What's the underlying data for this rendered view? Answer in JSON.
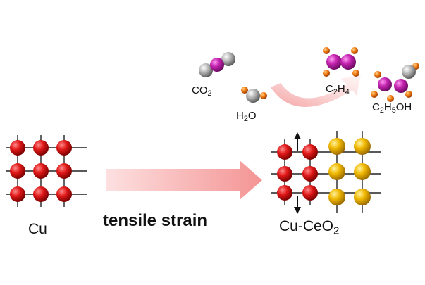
{
  "labels": {
    "co2": {
      "base": "CO",
      "sub": "2"
    },
    "h2o": {
      "pre": "H",
      "sub": "2",
      "post": "O"
    },
    "c2h4": {
      "pre": "C",
      "sub1": "2",
      "mid": "H",
      "sub2": "4"
    },
    "c2h5oh": {
      "pre": "C",
      "sub1": "2",
      "mid": "H",
      "sub2": "5",
      "post": "OH"
    },
    "cu": "Cu",
    "cu_ceo2": {
      "base": "Cu-CeO",
      "sub": "2"
    },
    "tensile_strain": "tensile strain"
  },
  "colors": {
    "cu_atom": "#d81818",
    "ce_atom": "#e8b400",
    "carbon_atom": "#c424b0",
    "oxygen_atom": "#9a9a9a",
    "hydrogen_atom": "#f07a10",
    "arrow": "#f4a0a0"
  }
}
